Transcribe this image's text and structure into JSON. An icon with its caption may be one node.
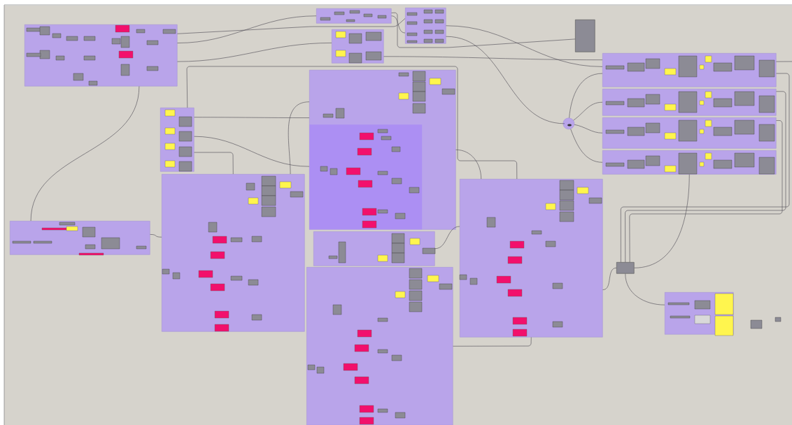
{
  "diagram": {
    "nodes": [
      {
        "text": [],
        "shape": "box"
      },
      {
        "text": [],
        "shape": "box"
      },
      {
        "text": [],
        "shape": "box"
      },
      {
        "text": [],
        "shape": "box"
      },
      {
        "text": [],
        "shape": "box"
      },
      {
        "text": [],
        "shape": "box"
      },
      {
        "text": [],
        "shape": "box"
      },
      {
        "text": [],
        "shape": "box",
        "in": 6
      },
      {
        "text": [],
        "shape": "box"
      },
      {
        "text": [],
        "shape": "box"
      },
      {
        "text": [],
        "shape": "box"
      },
      {
        "text": [],
        "shape": "box"
      },
      {
        "text": [],
        "shape": "box"
      },
      {
        "text": [],
        "shape": "circle"
      },
      {
        "text": [],
        "shape": "box"
      },
      {
        "text": [],
        "shape": "box"
      },
      {
        "text": [],
        "shape": "box"
      },
      {
        "text": [],
        "shape": "box"
      },
      {
        "text": [],
        "shape": "box"
      },
      {
        "text": [],
        "shape": "box"
      }
    ],
    "edges": [
      {
        "from": 0,
        "to": 1,
        "arrow": "none"
      },
      {
        "from": 0,
        "to": 2,
        "arrow": "none"
      },
      {
        "from": 0,
        "to": 3,
        "arrow": "none"
      },
      {
        "from": 0,
        "to": 9,
        "arrow": "none"
      },
      {
        "from": 1,
        "to": 3,
        "arrow": "none"
      },
      {
        "from": 1,
        "to": 4,
        "arrow": "none"
      },
      {
        "from": 2,
        "to": 14,
        "arrow": "none"
      },
      {
        "from": 3,
        "to": 14,
        "arrow": "none"
      },
      {
        "from": 3,
        "to": 13,
        "arrow": "none"
      },
      {
        "from": 5,
        "to": 6,
        "arrow": "none"
      },
      {
        "from": 5,
        "to": 7,
        "arrow": "none"
      },
      {
        "from": 5,
        "to": 8,
        "arrow": "none"
      },
      {
        "from": 5,
        "to": 12,
        "arrow": "none"
      },
      {
        "from": 9,
        "to": 8,
        "arrow": "none"
      },
      {
        "from": 8,
        "to": 6,
        "arrow": "none"
      },
      {
        "from": 6,
        "to": 12,
        "arrow": "none"
      },
      {
        "from": 11,
        "to": 12,
        "arrow": "none"
      },
      {
        "from": 13,
        "to": 14,
        "arrow": "none"
      },
      {
        "from": 13,
        "to": 15,
        "arrow": "none"
      },
      {
        "from": 13,
        "to": 16,
        "arrow": "none"
      },
      {
        "from": 13,
        "to": 17,
        "arrow": "none"
      },
      {
        "from": 10,
        "to": 12,
        "arrow": "none"
      },
      {
        "from": 12,
        "to": 18,
        "arrow": "none"
      },
      {
        "from": 14,
        "to": 18,
        "arrow": "none"
      },
      {
        "from": 15,
        "to": 18,
        "arrow": "none"
      },
      {
        "from": 16,
        "to": 18,
        "arrow": "none"
      },
      {
        "from": 17,
        "to": 18,
        "arrow": "none"
      },
      {
        "from": 18,
        "to": 19,
        "arrow": "none"
      },
      {
        "from": 14,
        "to": null,
        "arrow": "none"
      }
    ]
  }
}
